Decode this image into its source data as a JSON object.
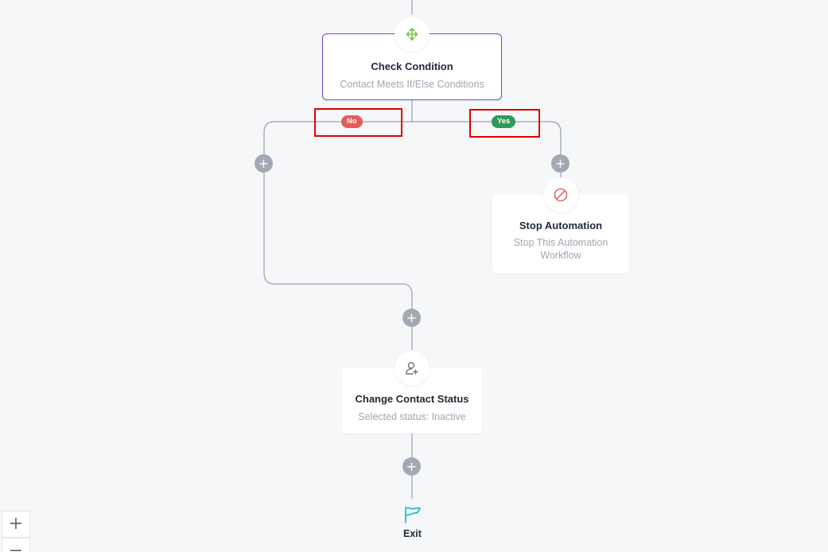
{
  "workflow": {
    "check_condition": {
      "title": "Check Condition",
      "subtitle": "Contact Meets If/Else Conditions",
      "icon": "split-arrows-icon"
    },
    "branches": {
      "no_label": "No",
      "yes_label": "Yes"
    },
    "stop_automation": {
      "title": "Stop Automation",
      "subtitle_line1": "Stop This Automation",
      "subtitle_line2": "Workflow",
      "icon": "ban-icon"
    },
    "change_status": {
      "title": "Change Contact Status",
      "subtitle": "Selected status: Inactive",
      "icon": "user-plus-icon"
    },
    "add_step_symbol": "+",
    "exit": {
      "label": "Exit",
      "icon": "flag-icon"
    }
  },
  "zoom_controls": {
    "zoom_in": "+",
    "zoom_out": "−"
  },
  "colors": {
    "no_badge": "#e35d5b",
    "yes_badge": "#2f9a5a",
    "condition_border": "#5b55c9",
    "connector": "#9ca0aa",
    "highlight": "#e00000",
    "exit_flag": "#2bbad6"
  }
}
